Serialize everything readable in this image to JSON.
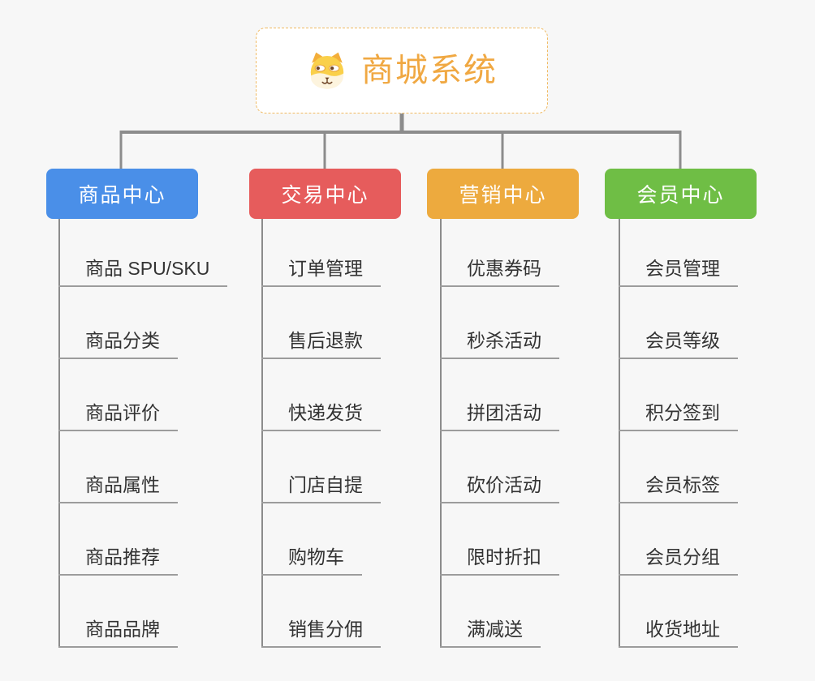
{
  "root": {
    "title": "商城系统",
    "icon": "dog-face-icon"
  },
  "branches": [
    {
      "label": "商品中心",
      "color": "#4a8fe8",
      "items": [
        "商品 SPU/SKU",
        "商品分类",
        "商品评价",
        "商品属性",
        "商品推荐",
        "商品品牌"
      ]
    },
    {
      "label": "交易中心",
      "color": "#e65c5c",
      "items": [
        "订单管理",
        "售后退款",
        "快递发货",
        "门店自提",
        "购物车",
        "销售分佣"
      ]
    },
    {
      "label": "营销中心",
      "color": "#edaa3e",
      "items": [
        "优惠券码",
        "秒杀活动",
        "拼团活动",
        "砍价活动",
        "限时折扣",
        "满减送"
      ]
    },
    {
      "label": "会员中心",
      "color": "#6fbe45",
      "items": [
        "会员管理",
        "会员等级",
        "积分签到",
        "会员标签",
        "会员分组",
        "收货地址"
      ]
    }
  ],
  "colors": {
    "background": "#f7f7f7",
    "connector": "#8c8c8c",
    "leaf_underline": "#9c9c9c",
    "leaf_text": "#333333",
    "root_border": "#f0ba62",
    "root_title": "#f0a842",
    "node_text": "#ffffff"
  }
}
